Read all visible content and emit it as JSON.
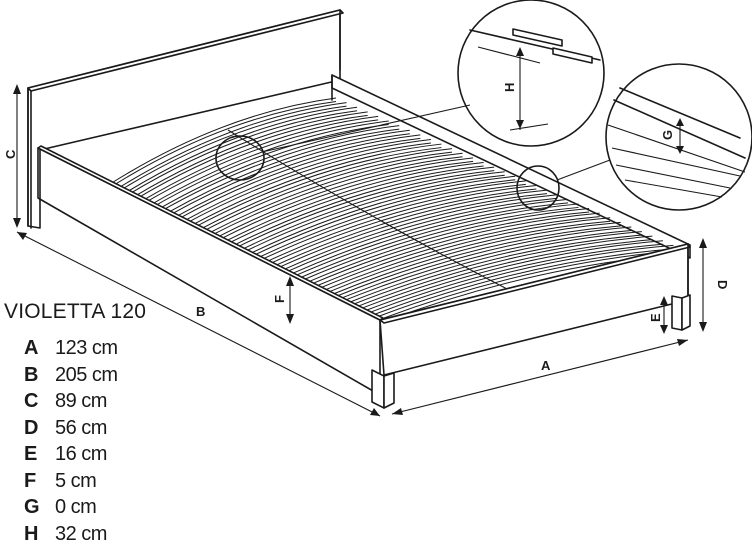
{
  "title": "VIOLETTA 120",
  "dimensions": [
    {
      "key": "A",
      "value": "123 cm"
    },
    {
      "key": "B",
      "value": "205 cm"
    },
    {
      "key": "C",
      "value": "89 cm"
    },
    {
      "key": "D",
      "value": "56 cm"
    },
    {
      "key": "E",
      "value": "16 cm"
    },
    {
      "key": "F",
      "value": "5 cm"
    },
    {
      "key": "G",
      "value": "0 cm"
    },
    {
      "key": "H",
      "value": "32 cm"
    }
  ],
  "drawing_labels": {
    "a": "A",
    "b": "B",
    "c": "C",
    "d": "D",
    "e": "E",
    "f": "F",
    "g": "G",
    "h": "H"
  }
}
